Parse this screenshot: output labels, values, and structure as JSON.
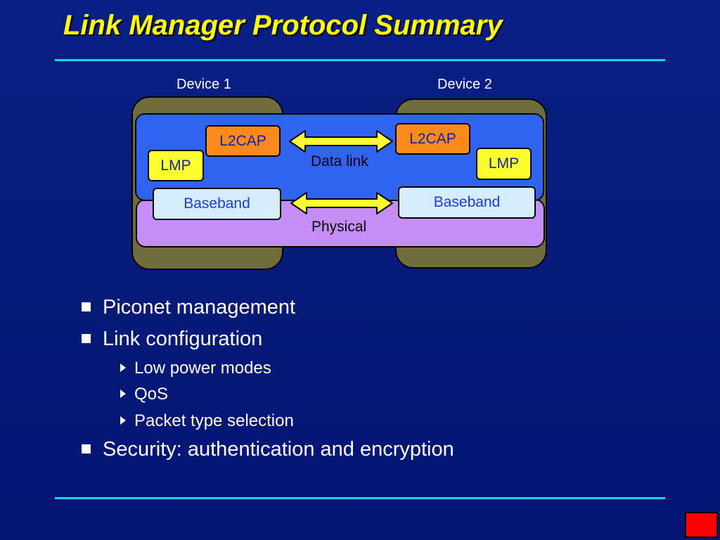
{
  "slide": {
    "title": "Link Manager Protocol Summary"
  },
  "diagram": {
    "device1_label": "Device 1",
    "device2_label": "Device 2",
    "device1": {
      "l2cap": "L2CAP",
      "lmp": "LMP",
      "baseband": "Baseband"
    },
    "device2": {
      "l2cap": "L2CAP",
      "lmp": "LMP",
      "baseband": "Baseband"
    },
    "data_link_label": "Data link",
    "physical_label": "Physical"
  },
  "bullets": [
    {
      "text": "Piconet management"
    },
    {
      "text": "Link configuration",
      "children": [
        "Low power modes",
        "QoS",
        "Packet type selection"
      ]
    },
    {
      "text": "Security: authentication and encryption"
    }
  ],
  "colors": {
    "title": "#ffff00",
    "rule": "#13d4e8",
    "device_box": "#6f6c3d",
    "data_link_layer": "#2f64f0",
    "physical_layer": "#c58ef6",
    "l2cap": "#ff8a1c",
    "lmp": "#ffff2e",
    "baseband": "#d6ecff",
    "arrow": "#ffff33",
    "corner_box": "#ff0000"
  }
}
